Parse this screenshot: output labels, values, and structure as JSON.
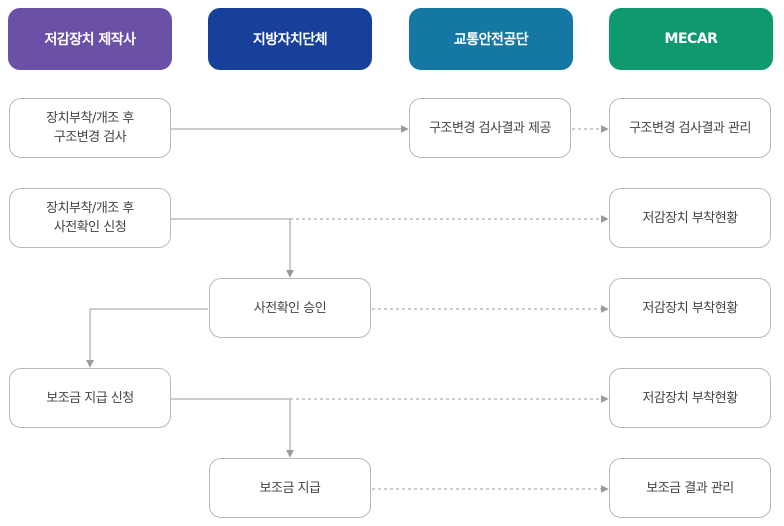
{
  "headers": [
    {
      "label": "저감장치 제작사",
      "color": "#6b50a8"
    },
    {
      "label": "지방자치단체",
      "color": "#17409a"
    },
    {
      "label": "교통안전공단",
      "color": "#1577a3"
    },
    {
      "label": "MECAR",
      "color": "#0e9a6e"
    }
  ],
  "boxes": {
    "mfr_structure_inspection": "장치부착/개조 후\n구조변경 검사",
    "ts_inspection_result": "구조변경 검사결과 제공",
    "mecar_inspection_manage": "구조변경 검사결과 관리",
    "mfr_precheck_apply": "장치부착/개조 후\n사전확인 신청",
    "mecar_status_1": "저감장치 부착현황",
    "gov_precheck_approve": "사전확인 승인",
    "mecar_status_2": "저감장치 부착현황",
    "mfr_subsidy_apply": "보조금 지급 신청",
    "mecar_status_3": "저감장치 부착현황",
    "gov_subsidy_pay": "보조금 지급",
    "mecar_subsidy_manage": "보조금 결과 관리"
  },
  "colors": {
    "line": "#9b9b9b",
    "box_border": "#b9b9b9",
    "text": "#444444"
  }
}
